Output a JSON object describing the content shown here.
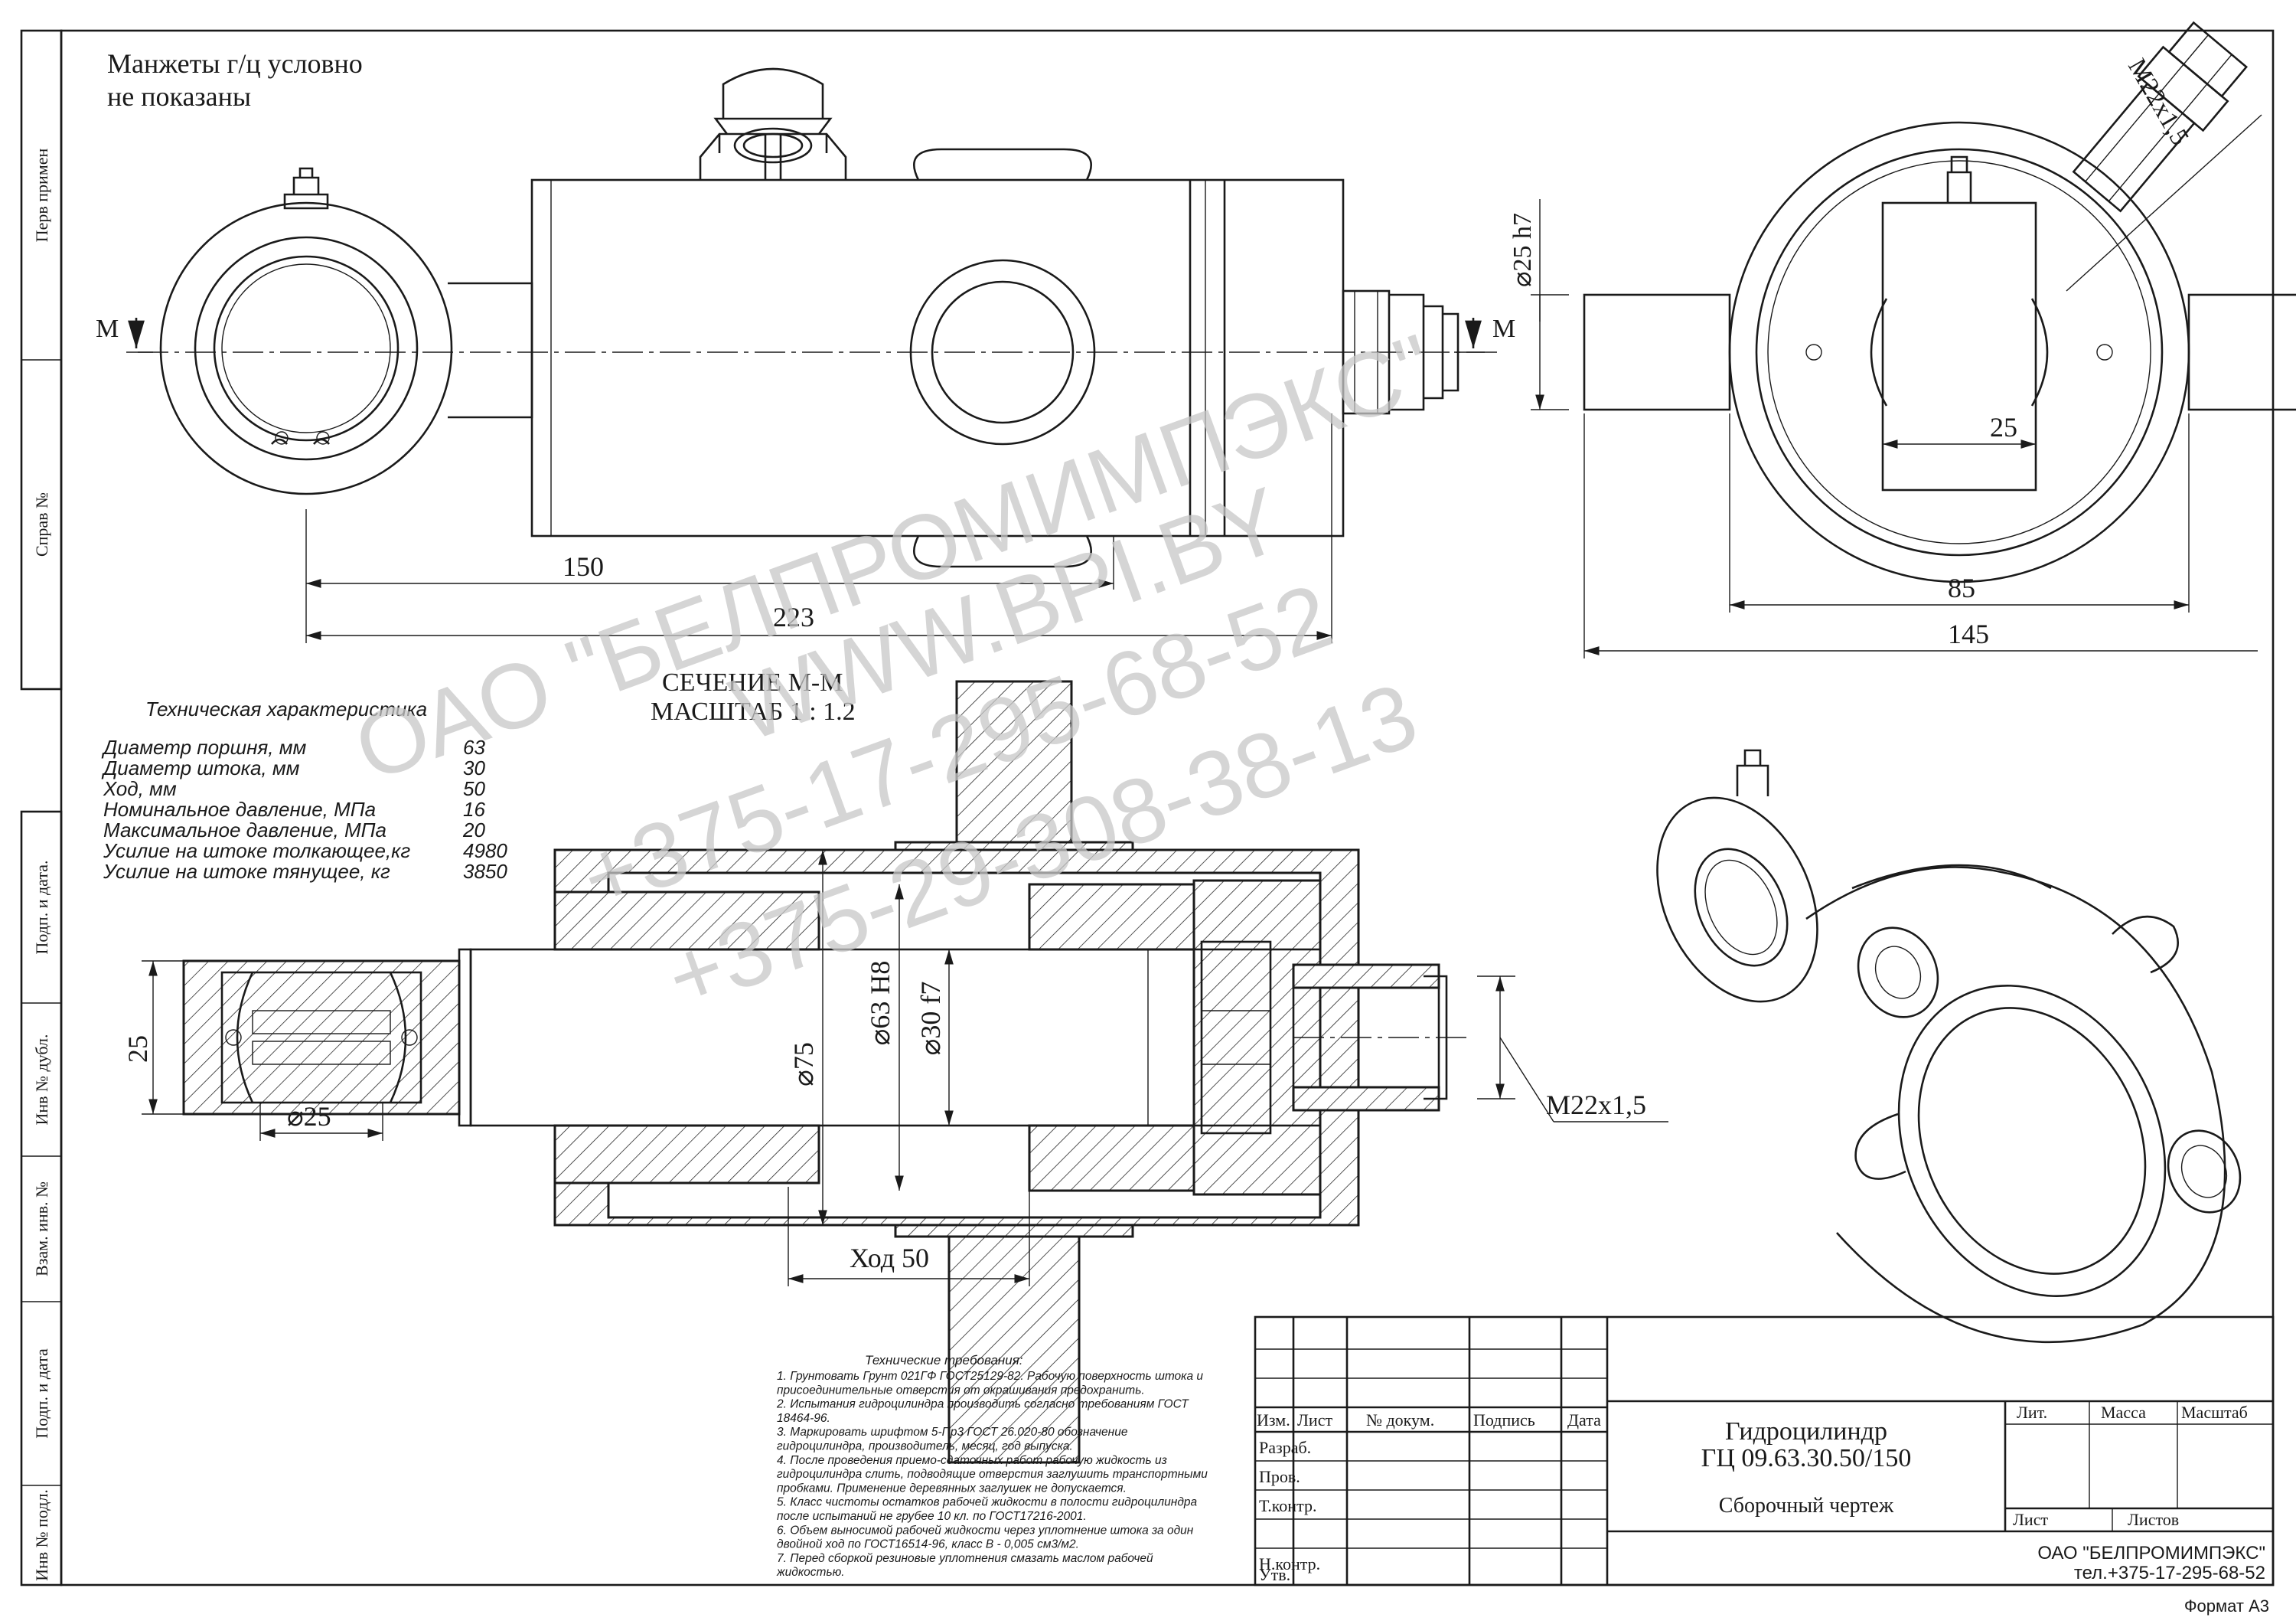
{
  "notes": {
    "line1": "Манжеты г/ц условно",
    "line2": "не показаны"
  },
  "side_labels": [
    "Перв примен",
    "Справ №",
    "Подп. и дата.",
    "Инв № дубл.",
    "Взам. инв. №",
    "Подп. и дата",
    "Инв № подл."
  ],
  "dims": {
    "section_left": "М",
    "section_right": "М",
    "len_150": "150",
    "len_223": "223",
    "rod_dia": "⌀25 h7",
    "thread_top": "M22x1,5",
    "slot_25": "25",
    "w_85": "85",
    "w_145": "145",
    "eye_25": "25",
    "eye_dia": "⌀25",
    "d75": "⌀75",
    "d63": "⌀63 H8",
    "d30": "⌀30 f7",
    "thread_bottom": "M22x1,5",
    "stroke": "Ход 50"
  },
  "section": {
    "title1": "СЕЧЕНИЕ М-М",
    "title2": "МАСШТАБ 1 : 1.2"
  },
  "specs": {
    "title": "Техническая характеристика",
    "rows": [
      {
        "label": "Диаметр поршня, мм",
        "value": "63"
      },
      {
        "label": "Диаметр штока, мм",
        "value": "30"
      },
      {
        "label": "Ход, мм",
        "value": "50"
      },
      {
        "label": "Номинальное давление, МПа",
        "value": "16"
      },
      {
        "label": "Максимальное давление, МПа",
        "value": "20"
      },
      {
        "label": "Усилие на штоке толкающее,кг",
        "value": "4980"
      },
      {
        "label": "Усилие на штоке тянущее, кг",
        "value": "3850"
      }
    ]
  },
  "requirements": {
    "title": "Технические требования:",
    "lines": [
      "1. Грунтовать Грунт 021ГФ ГОСТ25129-82. Рабочую поверхность штока и",
      "присоединительные отверстия от окрашивания предохранить.",
      "2. Испытания гидроцилиндра производить согласно требованиям ГОСТ",
      "18464-96.",
      "3. Маркировать шрифтом 5-Пр3 ГОСТ 26.020-80 обозначение",
      "гидроцилиндра, производитель, месяц, год выпуска.",
      "4. После проведения приемо-сдаточных работ рабочую жидкость из",
      "гидроцилиндра слить, подводящие отверстия заглушить транспортными",
      "пробками. Применение деревянных заглушек не допускается.",
      "5. Класс чистоты остатков рабочей жидкости в полости гидроцилиндра",
      "после испытаний не грубее 10 кл. по ГОСТ17216-2001.",
      "6. Объем выносимой рабочей жидкости через уплотнение штока за один",
      "двойной ход по ГОСТ16514-96, класс В - 0,005 см3/м2.",
      "7. Перед сборкой резиновые уплотнения смазать маслом рабочей",
      "жидкостью."
    ]
  },
  "title_block": {
    "name1": "Гидроцилиндр",
    "name2": "ГЦ 09.63.30.50/150",
    "doc_type": "Сборочный чертеж",
    "col_izm": "Изм.",
    "col_list": "Лист",
    "col_doc": "№ докум.",
    "col_sign": "Подпись",
    "col_date": "Дата",
    "row_razrab": "Разраб.",
    "row_prov": "Пров.",
    "row_tkontr": "Т.контр.",
    "row_nkontr": "Н.контр.",
    "row_utv": "Утв.",
    "lit": "Лит.",
    "mass": "Масса",
    "scale": "Масштаб",
    "sheet": "Лист",
    "sheets": "Листов",
    "company": "ОАО \"БЕЛПРОМИМПЭКС\"",
    "phone": "тел.+375-17-295-68-52",
    "format": "Формат  А3"
  },
  "watermark": {
    "line1": "ОАО \"БЕЛПРОМИМПЭКС\"",
    "line2": "WWW.BPI.BY",
    "line3": "+375-17-295-68-52",
    "line4": "+375-29-308-38-13"
  }
}
